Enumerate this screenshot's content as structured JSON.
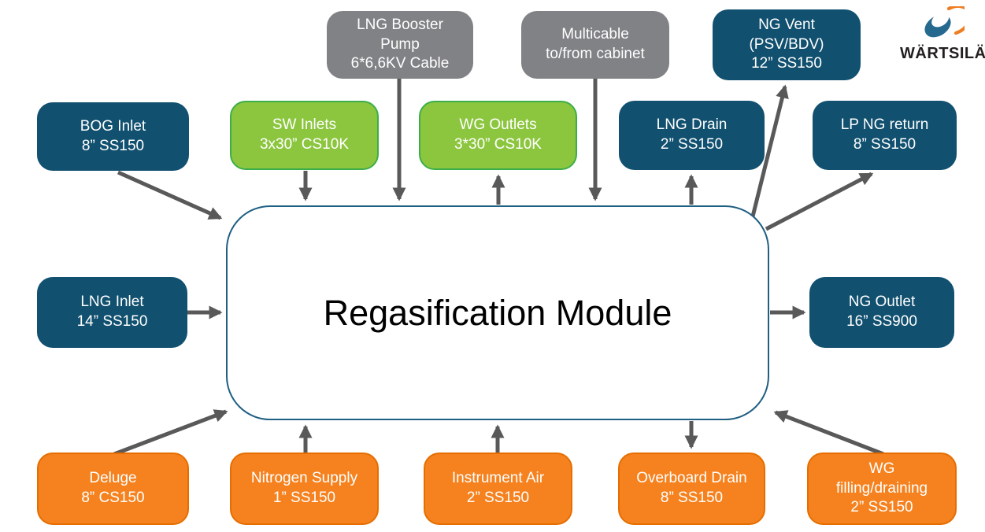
{
  "module": {
    "title": "Regasification Module"
  },
  "logo": {
    "brand": "WÄRTSILÄ"
  },
  "colors": {
    "dark_blue": "#11506F",
    "green": "#8CC63F",
    "green_border": "#3CAE49",
    "orange": "#F5821F",
    "orange_border": "#E66E00",
    "gray": "#808285",
    "arrow_gray": "#595959",
    "module_border": "#1F5F83",
    "logo_blue": "#26698F",
    "logo_orange": "#EF7D22"
  },
  "nodes": [
    {
      "id": "lng-booster-pump",
      "type": "gray",
      "label": "LNG Booster\nPump\n6*6,6KV Cable"
    },
    {
      "id": "multicable",
      "type": "gray",
      "label": "Multicable\nto/from cabinet"
    },
    {
      "id": "ng-vent",
      "type": "blue",
      "label": "NG Vent\n(PSV/BDV)\n12” SS150"
    },
    {
      "id": "bog-inlet",
      "type": "blue",
      "label": "BOG Inlet\n8” SS150"
    },
    {
      "id": "sw-inlets",
      "type": "green",
      "label": "SW Inlets\n3x30” CS10K"
    },
    {
      "id": "wg-outlets",
      "type": "green",
      "label": "WG Outlets\n3*30” CS10K"
    },
    {
      "id": "lng-drain",
      "type": "blue",
      "label": "LNG Drain\n2” SS150"
    },
    {
      "id": "lp-ng-return",
      "type": "blue",
      "label": "LP NG return\n8” SS150"
    },
    {
      "id": "lng-inlet",
      "type": "blue",
      "label": "LNG Inlet\n14” SS150"
    },
    {
      "id": "ng-outlet",
      "type": "blue",
      "label": "NG Outlet\n16” SS900"
    },
    {
      "id": "deluge",
      "type": "orange",
      "label": "Deluge\n8” CS150"
    },
    {
      "id": "nitrogen-supply",
      "type": "orange",
      "label": "Nitrogen Supply\n1” SS150"
    },
    {
      "id": "instrument-air",
      "type": "orange",
      "label": "Instrument Air\n2” SS150"
    },
    {
      "id": "overboard-drain",
      "type": "orange",
      "label": "Overboard Drain\n8” SS150"
    },
    {
      "id": "wg-filling-draining",
      "type": "orange",
      "label": "WG\nfilling/draining\n2” SS150"
    }
  ],
  "arrows": [
    {
      "from": "bog-inlet",
      "to": "module"
    },
    {
      "from": "sw-inlets",
      "to": "module"
    },
    {
      "from": "lng-booster-pump",
      "to": "module"
    },
    {
      "from": "module",
      "to": "wg-outlets"
    },
    {
      "from": "multicable",
      "to": "module"
    },
    {
      "from": "module",
      "to": "lng-drain"
    },
    {
      "from": "module",
      "to": "ng-vent"
    },
    {
      "from": "module",
      "to": "lp-ng-return"
    },
    {
      "from": "lng-inlet",
      "to": "module"
    },
    {
      "from": "module",
      "to": "ng-outlet"
    },
    {
      "from": "deluge",
      "to": "module"
    },
    {
      "from": "nitrogen-supply",
      "to": "module"
    },
    {
      "from": "instrument-air",
      "to": "module"
    },
    {
      "from": "module",
      "to": "overboard-drain"
    },
    {
      "from": "wg-filling-draining",
      "to": "module"
    }
  ]
}
